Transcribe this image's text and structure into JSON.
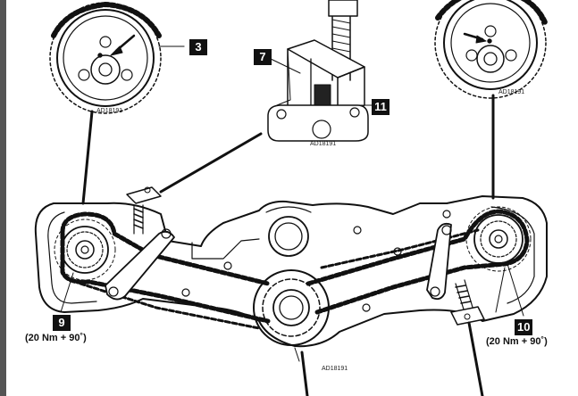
{
  "callouts": {
    "c3": "3",
    "c7": "7",
    "c11": "11",
    "c9": "9",
    "c10": "10"
  },
  "torques": {
    "left": "(20 Nm + 90˚)",
    "right": "(20 Nm + 90˚)"
  },
  "references": {
    "r1": "AD18191",
    "r2": "AD18191",
    "r3": "AD18191",
    "r4": "AD18191"
  },
  "colors": {
    "ink": "#111111",
    "paper": "#ffffff",
    "left_border": "#555555"
  }
}
